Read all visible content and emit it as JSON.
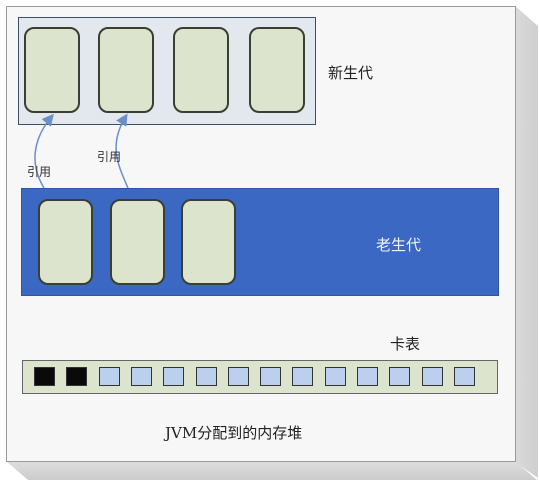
{
  "diagram": {
    "young_gen_label": "新生代",
    "old_gen_label": "老生代",
    "card_table_label": "卡表",
    "heap_label": "JVM分配到的内存堆",
    "reference_labels": [
      "引用",
      "引用"
    ],
    "young_region_count": 4,
    "old_region_count": 3,
    "cards": [
      "dirty",
      "dirty",
      "clean",
      "clean",
      "clean",
      "clean",
      "clean",
      "clean",
      "clean",
      "clean",
      "clean",
      "clean",
      "clean",
      "clean"
    ]
  },
  "colors": {
    "young_gen_fill": "#e3e8ef",
    "region_fill": "#dde4cd",
    "old_gen_fill": "#3a68c2",
    "card_clean": "#bcd0ee",
    "card_dirty": "#0a0a0a",
    "arrow": "#6b8fc7"
  }
}
